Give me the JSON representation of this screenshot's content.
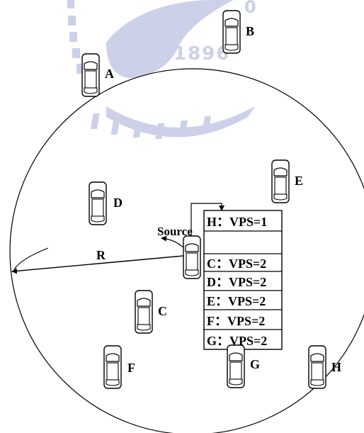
{
  "watermark": {
    "year": "1896",
    "digit_right": "0",
    "color": "#c7cbe6"
  },
  "diagram": {
    "radius_label": "R",
    "source_label": "Source",
    "vehicles": [
      {
        "id": "A",
        "label": "A"
      },
      {
        "id": "B",
        "label": "B"
      },
      {
        "id": "D",
        "label": "D"
      },
      {
        "id": "E",
        "label": "E"
      },
      {
        "id": "C",
        "label": "C"
      },
      {
        "id": "F",
        "label": "F"
      },
      {
        "id": "G",
        "label": "G"
      },
      {
        "id": "H",
        "label": "H"
      },
      {
        "id": "source",
        "label": ""
      }
    ],
    "table_rows": [
      {
        "text": "H：VPS=1"
      },
      {
        "text": ""
      },
      {
        "text": "C：VPS=2"
      },
      {
        "text": "D：VPS=2"
      },
      {
        "text": "E：VPS=2"
      },
      {
        "text": "F：VPS=2"
      },
      {
        "text": "G：VPS=2"
      }
    ]
  }
}
